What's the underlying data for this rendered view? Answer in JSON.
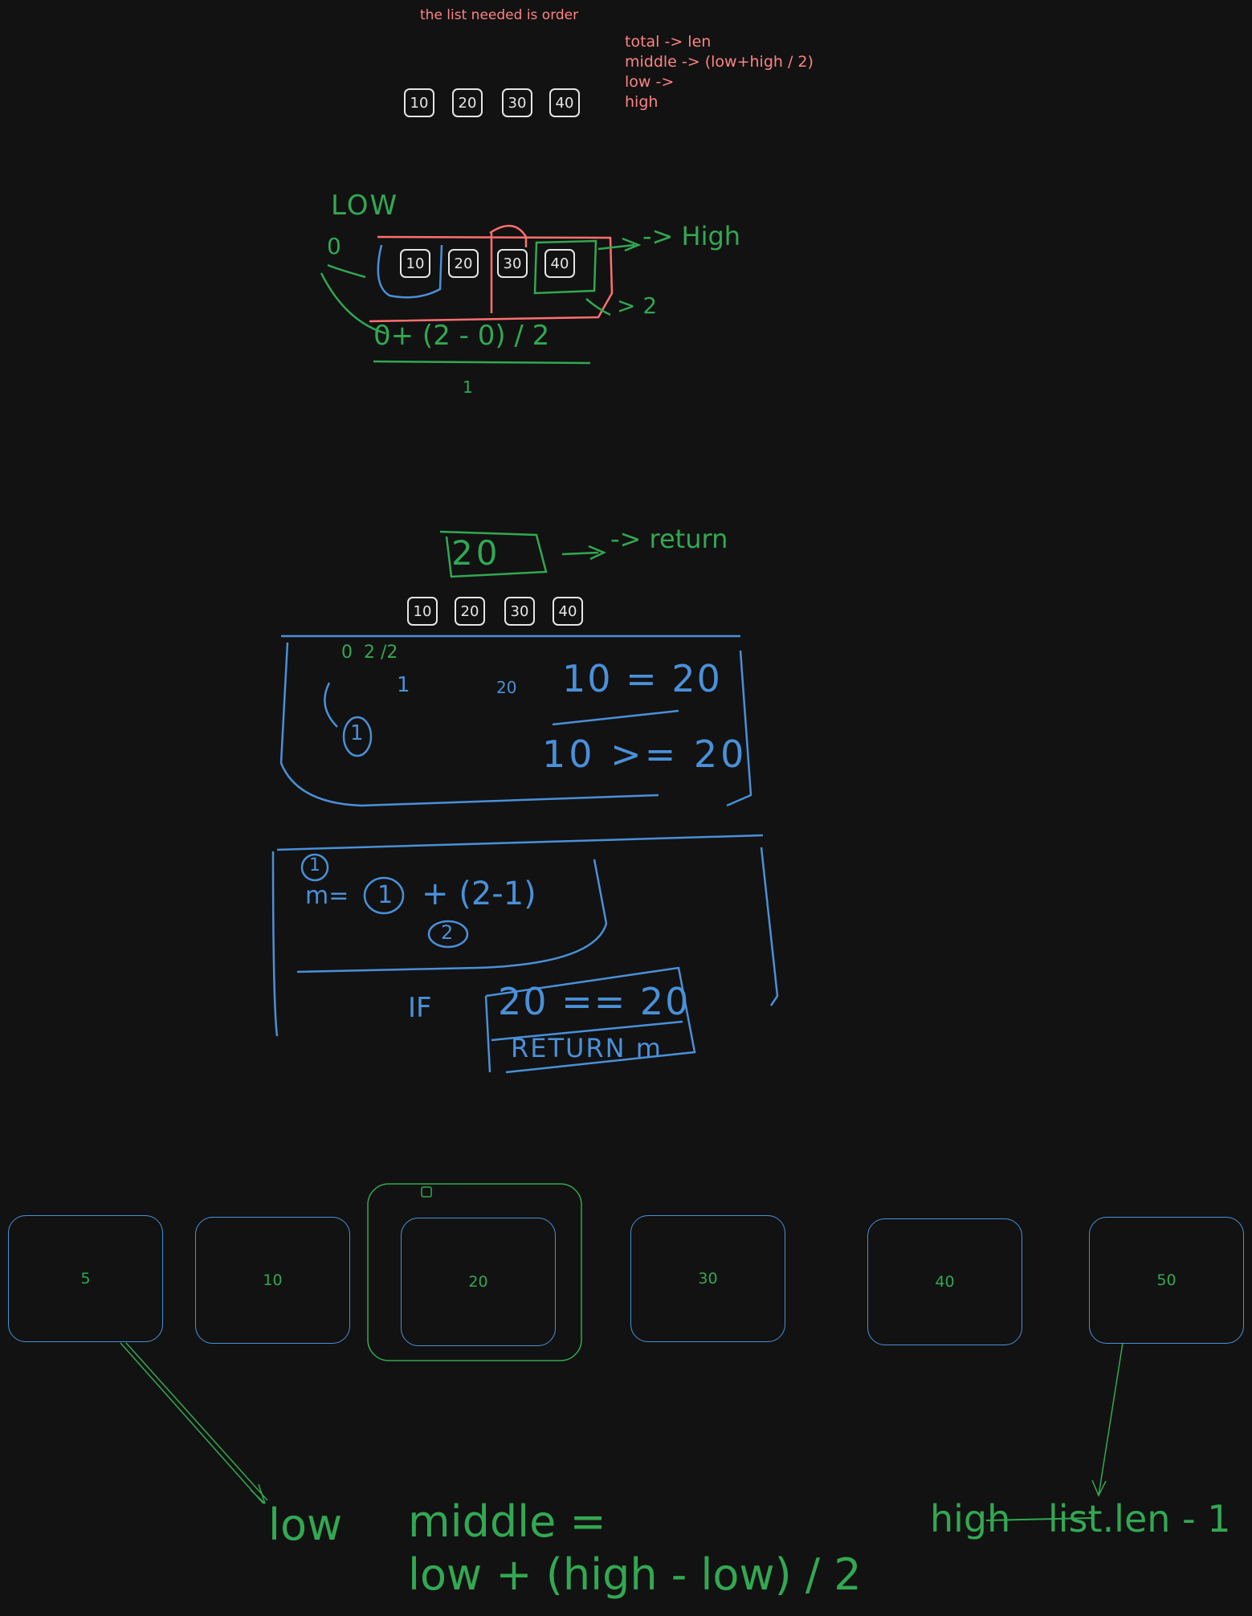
{
  "canvas": {
    "background": "#121212",
    "colors": {
      "note": "#ff8383",
      "green": "#32a852",
      "blue": "#4a90d9",
      "red": "#ff7070",
      "white": "#e6e6e6"
    }
  },
  "header": {
    "title": "the list needed is order"
  },
  "notes": {
    "line1": "total -> len",
    "line2": "middle -> (low+high / 2)",
    "line3": "low ->",
    "line4": "high"
  },
  "array_top": [
    "10",
    "20",
    "30",
    "40"
  ],
  "sketch1": {
    "cells": [
      "10",
      "20",
      "30",
      "40"
    ],
    "low_label": "LOW",
    "low_value": "0",
    "high_label": "-> High",
    "high_value": "> 2",
    "formula": "0+ (2 - 0) / 2",
    "result": "1"
  },
  "sketch2": {
    "target": "20",
    "target_label": "-> return",
    "cells": [
      "10",
      "20",
      "30",
      "40"
    ],
    "indices": "0  2 /2",
    "one": "1",
    "circled_one": "1",
    "compare_prefix": "20",
    "compare1": "10 = 20",
    "compare2": "10 >= 20"
  },
  "sketch3": {
    "circled": "1",
    "m_prefix": "m=",
    "m_one": "1",
    "m_expr": "+ (2-1)",
    "two": "2",
    "if_label": "IF",
    "condition": "20 == 20",
    "return_stmt": "RETURN m"
  },
  "bottom_boxes": [
    "5",
    "10",
    "20",
    "30",
    "40",
    "50"
  ],
  "labels": {
    "low": "low",
    "middle_line1": "middle =",
    "middle_line2": "low + (high - low) / 2",
    "high_word": "high",
    "high_rest": "list.len - 1"
  }
}
